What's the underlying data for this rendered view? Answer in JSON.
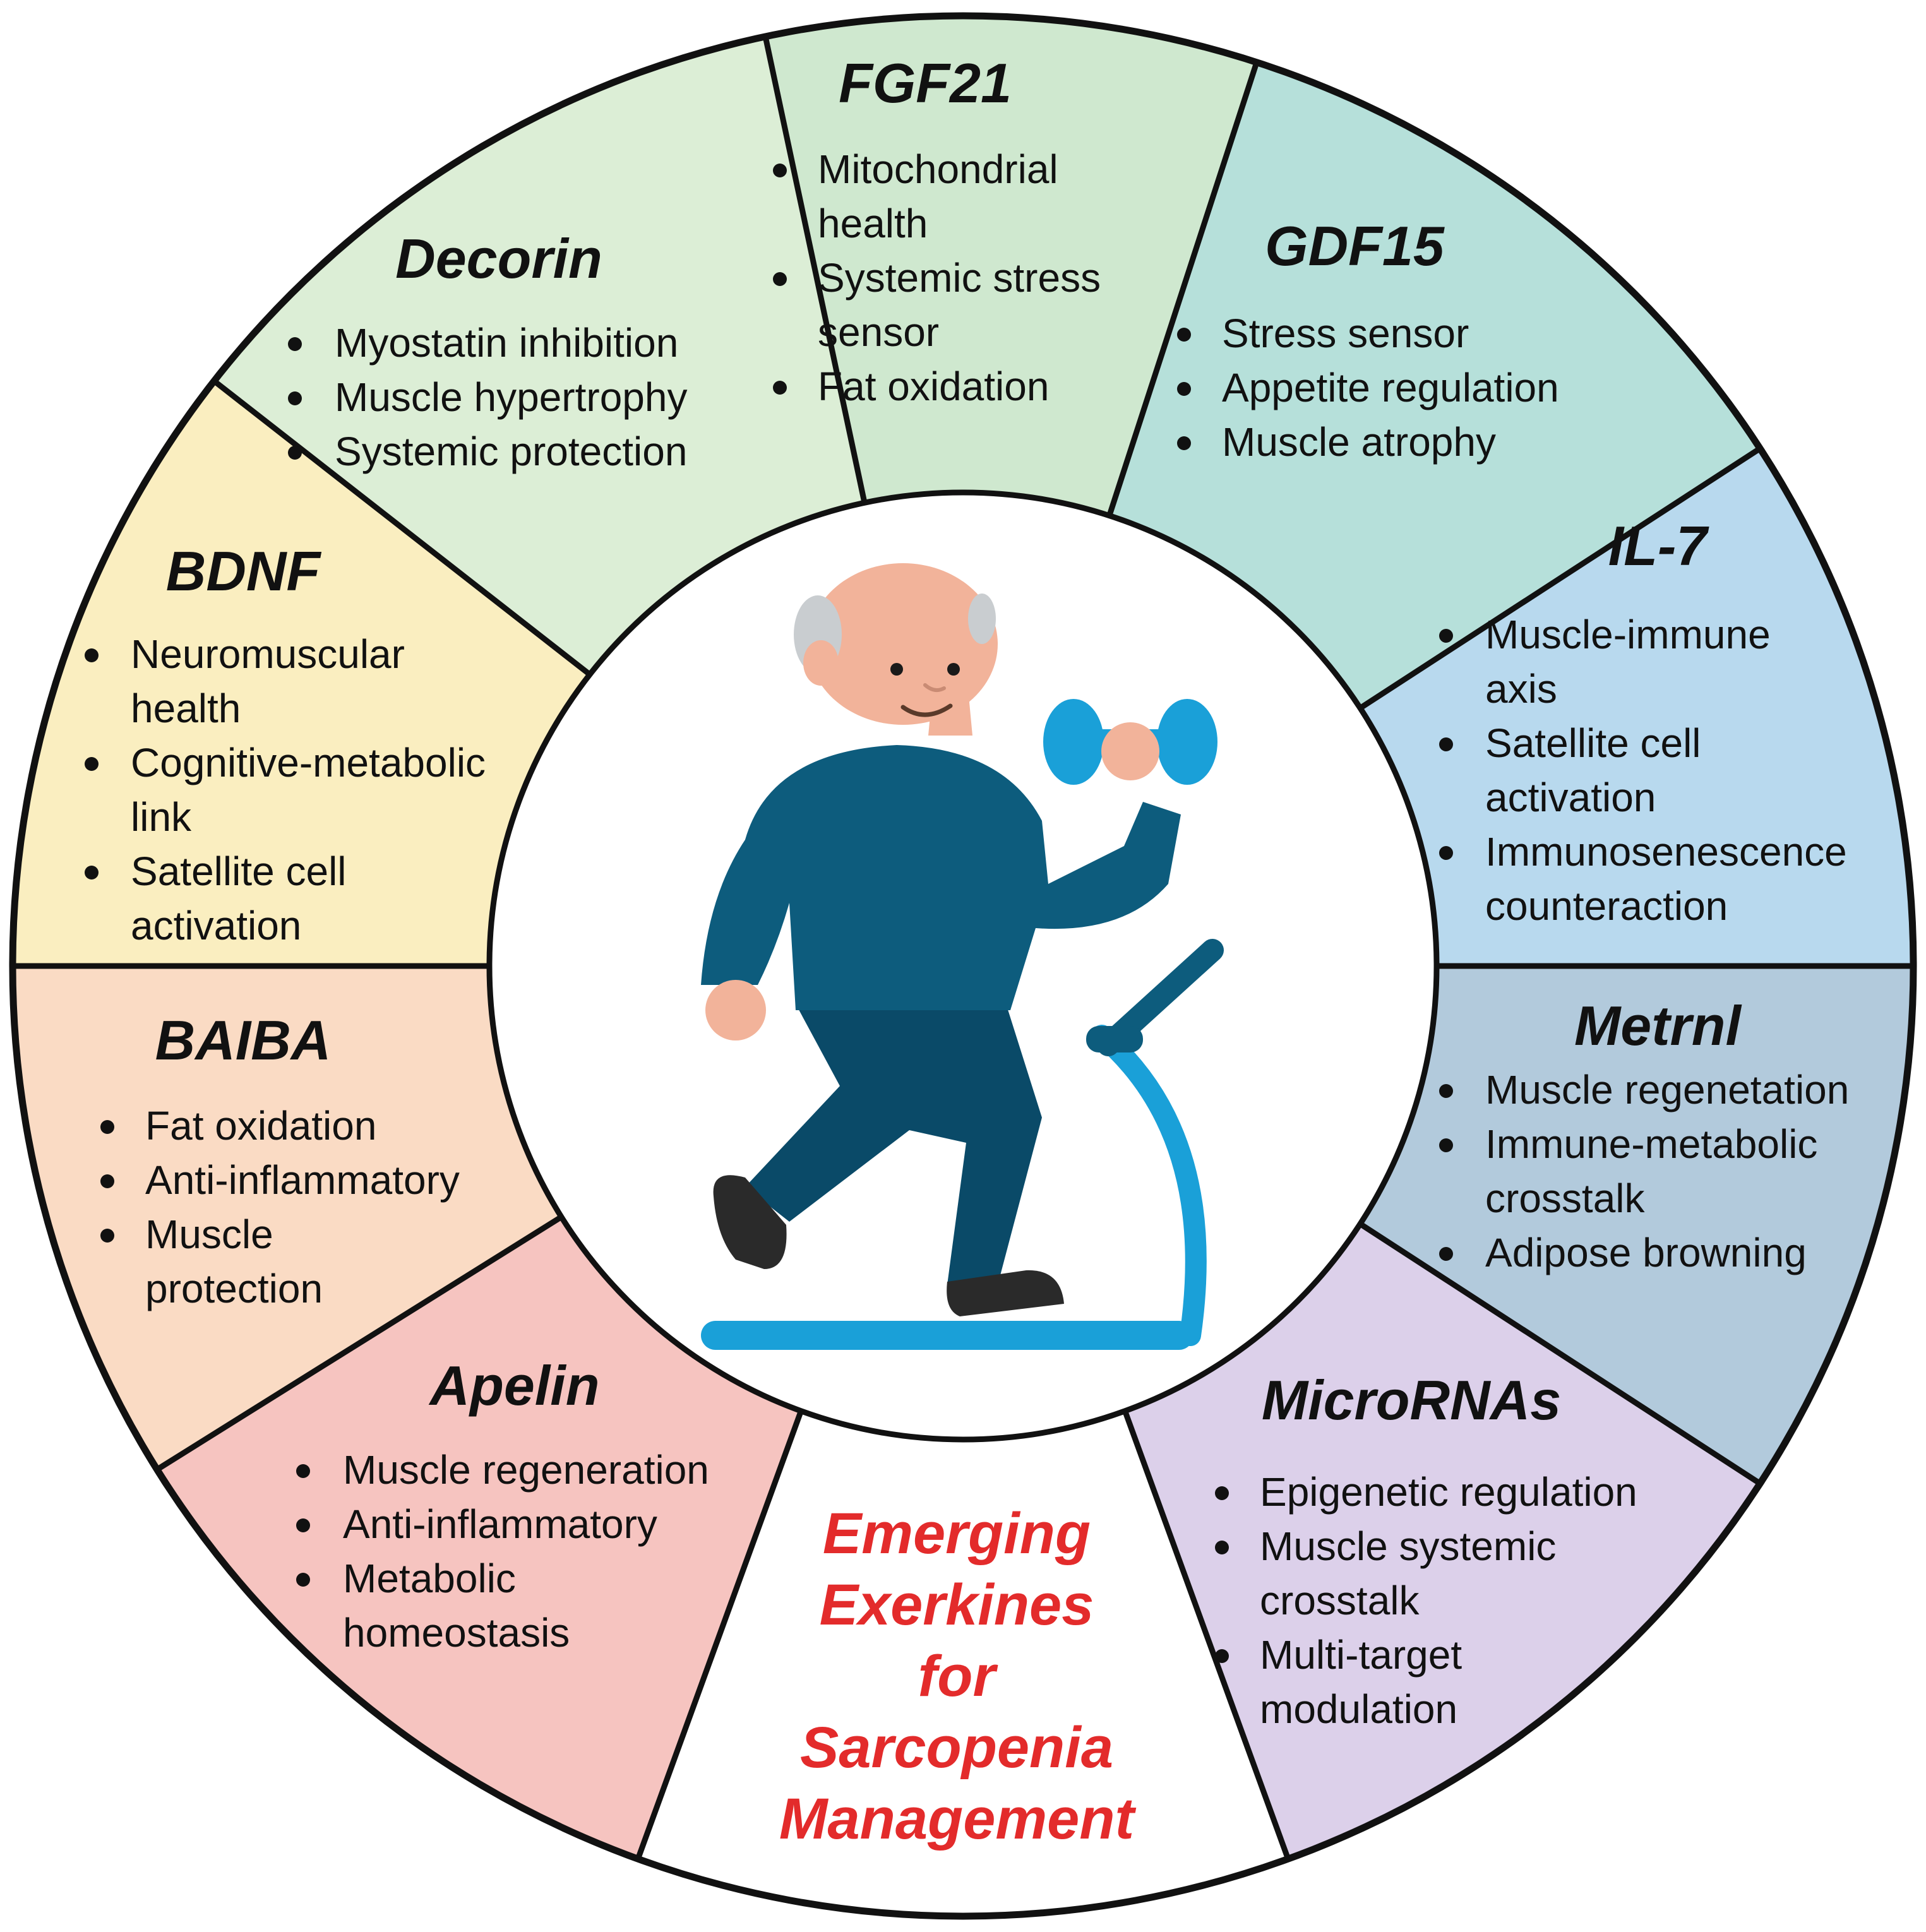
{
  "center_title": {
    "lines": [
      "Emerging",
      "Exerkines",
      "for",
      "Sarcopenia",
      "Management"
    ],
    "color": "#e32b2b"
  },
  "colors": {
    "outline": "#111111",
    "shirt": "#0d5c7d",
    "pants": "#0a4a68",
    "skin": "#f2b39a",
    "hair": "#c9cdd0",
    "equipment": "#1aa0d8",
    "shoe": "#2a2a2a"
  },
  "icons": {
    "figure": "elderly-man-exercising-icon",
    "dumbbell": "dumbbell-icon",
    "treadmill": "treadmill-icon"
  },
  "segments": [
    {
      "id": "fgf21",
      "title": "FGF21",
      "color": "#cfe8cf",
      "items": [
        [
          "Mitochondrial",
          "health"
        ],
        [
          "Systemic stress",
          "sensor"
        ],
        [
          "Fat oxidation"
        ]
      ]
    },
    {
      "id": "gdf15",
      "title": "GDF15",
      "color": "#b6e0da",
      "items": [
        [
          "Stress sensor"
        ],
        [
          "Appetite regulation"
        ],
        [
          "Muscle atrophy"
        ]
      ]
    },
    {
      "id": "il7",
      "title": "IL-7",
      "color": "#b8d9ee",
      "items": [
        [
          "Muscle-immune",
          "axis"
        ],
        [
          "Satellite cell",
          "activation"
        ],
        [
          "Immunosenescence",
          "counteraction"
        ]
      ]
    },
    {
      "id": "metrnl",
      "title": "Metrnl",
      "color": "#b2cadc",
      "items": [
        [
          "Muscle regenetation"
        ],
        [
          "Immune-metabolic",
          "crosstalk"
        ],
        [
          "Adipose browning"
        ]
      ]
    },
    {
      "id": "micrornas",
      "title": "MicroRNAs",
      "color": "#dcd0ea",
      "items": [
        [
          "Epigenetic regulation"
        ],
        [
          "Muscle systemic",
          "crosstalk"
        ],
        [
          "Multi-target",
          "modulation"
        ]
      ]
    },
    {
      "id": "apelin",
      "title": "Apelin",
      "color": "#f6c4c0",
      "items": [
        [
          "Muscle regeneration"
        ],
        [
          "Anti-inflammatory"
        ],
        [
          "Metabolic",
          "homeostasis"
        ]
      ]
    },
    {
      "id": "baiba",
      "title": "BAIBA",
      "color": "#fadbc4",
      "items": [
        [
          "Fat oxidation"
        ],
        [
          "Anti-inflammatory"
        ],
        [
          "Muscle",
          "protection"
        ]
      ]
    },
    {
      "id": "bdnf",
      "title": "BDNF",
      "color": "#faeec0",
      "items": [
        [
          "Neuromuscular",
          "health"
        ],
        [
          "Cognitive-metabolic",
          "link"
        ],
        [
          "Satellite cell",
          "activation"
        ]
      ]
    },
    {
      "id": "decorin",
      "title": "Decorin",
      "color": "#dceed6",
      "items": [
        [
          "Myostatin inhibition"
        ],
        [
          "Muscle hypertrophy"
        ],
        [
          "Systemic protection"
        ]
      ]
    }
  ]
}
